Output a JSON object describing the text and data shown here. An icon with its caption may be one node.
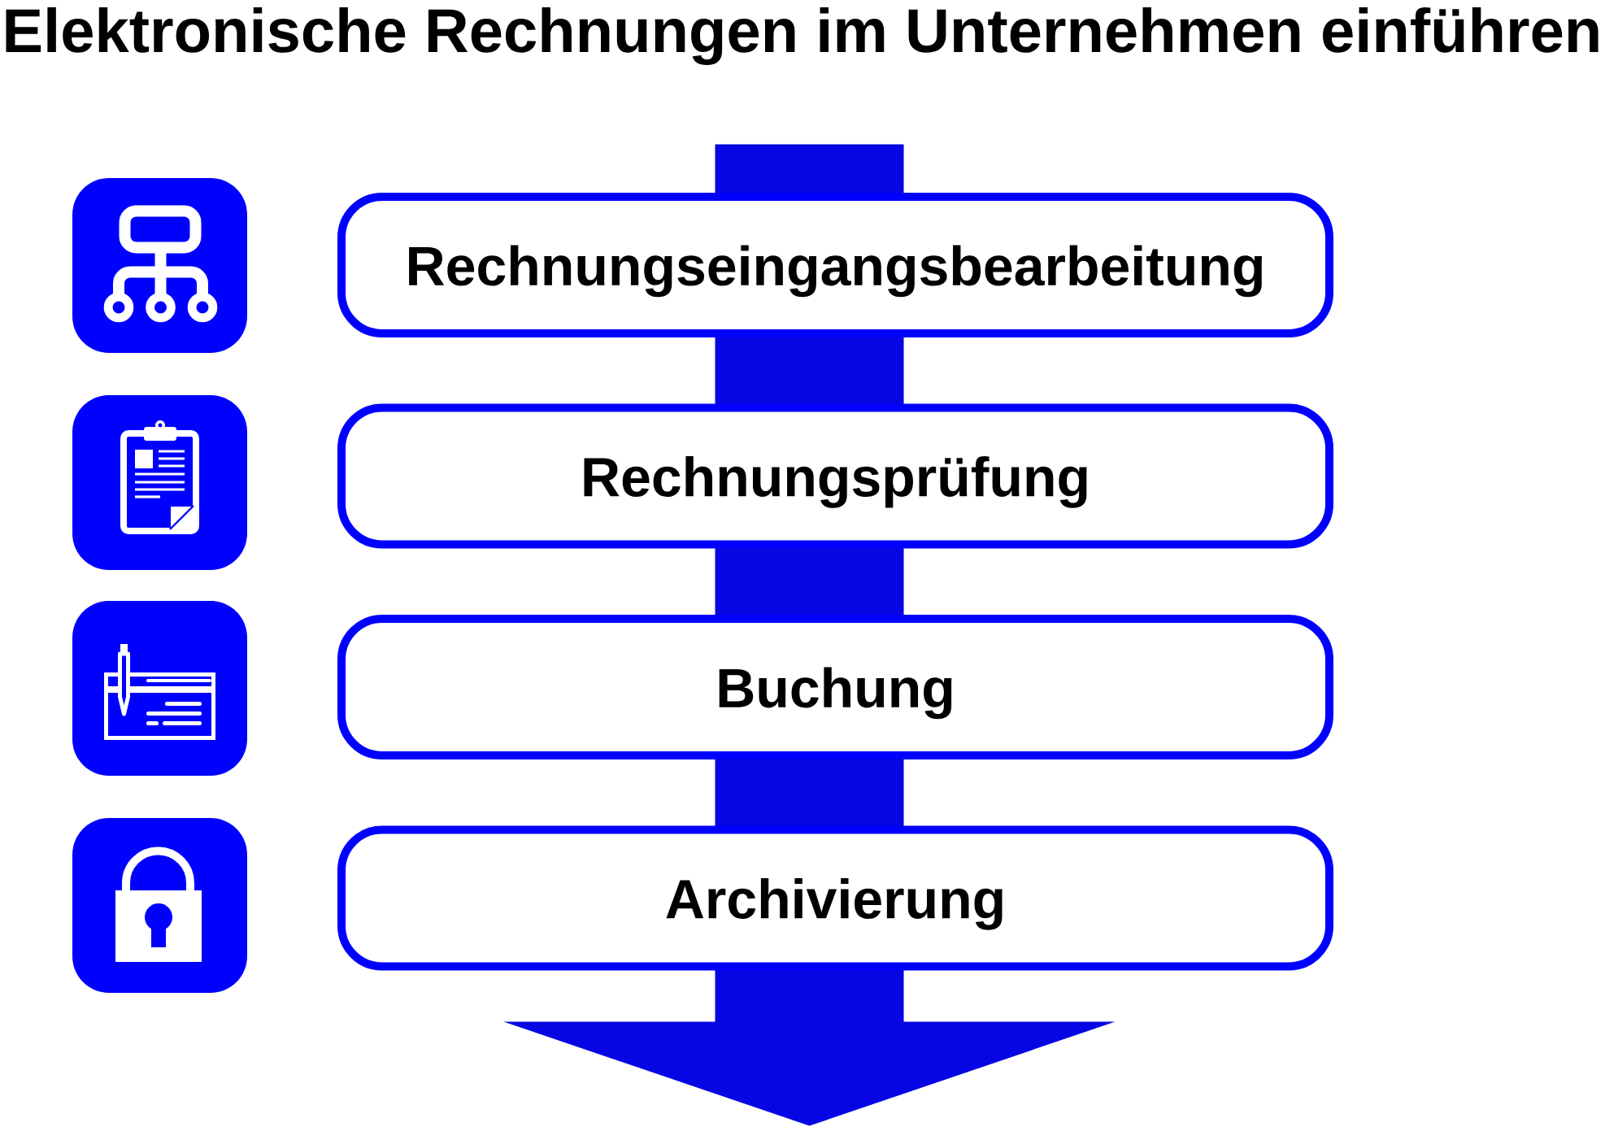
{
  "diagram": {
    "title": "Elektronische Rechnungen im Unternehmen einführen",
    "nodes": [
      {
        "text": [
          "Rechnungseingangsbearbeitung"
        ]
      },
      {
        "text": [
          "Rechnungsprüfung"
        ]
      },
      {
        "text": [
          "Buchung"
        ]
      },
      {
        "text": [
          "Archivierung"
        ]
      }
    ],
    "edges": [
      {
        "from": null,
        "to": 0,
        "arrow": "none"
      },
      {
        "from": 0,
        "to": 1,
        "arrow": "none"
      },
      {
        "from": 1,
        "to": 2,
        "arrow": "none"
      },
      {
        "from": 2,
        "to": 3,
        "arrow": "none"
      },
      {
        "from": 3,
        "to": null,
        "arrow": "to"
      }
    ]
  }
}
